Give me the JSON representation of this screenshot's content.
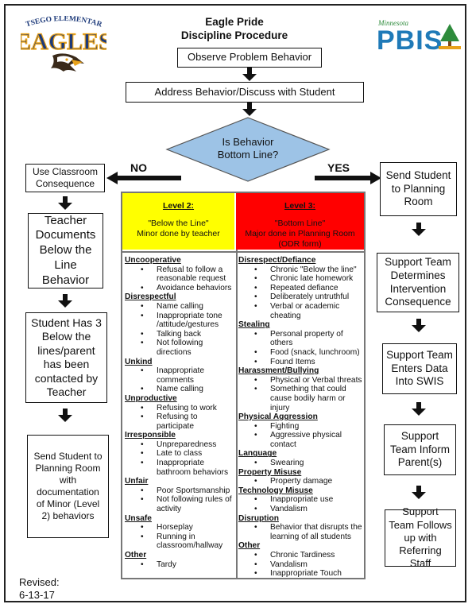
{
  "header": {
    "title_line1": "Eagle Pride",
    "title_line2": "Discipline Procedure",
    "logo_left": {
      "top_text": "OTSEGO ELEMENTARY",
      "main_text": "EAGLES"
    },
    "logo_right": {
      "top_text": "Minnesota",
      "main_text": "PBIS"
    }
  },
  "flow": {
    "observe": "Observe Problem Behavior",
    "address": "Address Behavior/Discuss with Student",
    "decision_line1": "Is Behavior",
    "decision_line2": "Bottom Line?",
    "no_label": "NO",
    "yes_label": "YES"
  },
  "left_column": [
    "Use Classroom Consequence",
    "Teacher Documents Below the Line Behavior",
    "Student Has 3 Below the lines/parent has been contacted by Teacher",
    "Send Student to Planning Room with documentation of Minor (Level 2) behaviors"
  ],
  "right_column": [
    "Send Student to Planning Room",
    "Support Team Determines Intervention Consequence",
    "Support Team Enters Data Into SWIS",
    "Support Team Inform Parent(s)",
    "Support Team Follows up with Referring Staff"
  ],
  "level2": {
    "title": "Level 2:",
    "line1": "\"Below the Line\"",
    "line2": "Minor done by teacher",
    "color": "#ffff00",
    "categories": [
      {
        "name": "Uncooperative",
        "items": [
          "Refusal to follow a reasonable request",
          "Avoidance behaviors"
        ]
      },
      {
        "name": "Disrespectful",
        "items": [
          "Name calling",
          "Inappropriate tone /attitude/gestures",
          "Talking back",
          "Not following directions"
        ]
      },
      {
        "name": "Unkind",
        "items": [
          "Inappropriate comments",
          "Name calling"
        ]
      },
      {
        "name": "Unproductive",
        "items": [
          "Refusing to work",
          "Refusing to participate"
        ]
      },
      {
        "name": "Irresponsible",
        "items": [
          "Unpreparedness",
          "Late to class",
          "Inappropriate bathroom behaviors"
        ]
      },
      {
        "name": "Unfair",
        "items": [
          "Poor Sportsmanship",
          "Not following rules of activity"
        ]
      },
      {
        "name": "Unsafe",
        "items": [
          "Horseplay",
          "Running in classroom/hallway"
        ]
      },
      {
        "name": "Other",
        "items": [
          "Tardy"
        ]
      }
    ]
  },
  "level3": {
    "title": "Level 3:",
    "line1": "\"Bottom Line\"",
    "line2": "Major done in Planning Room",
    "line3": "(ODR form)",
    "color": "#ff0000",
    "categories": [
      {
        "name": "Disrespect/Defiance",
        "items": [
          "Chronic \"Below the line\"",
          "Chronic late homework",
          "Repeated defiance",
          "Deliberately untruthful",
          "Verbal or academic cheating"
        ]
      },
      {
        "name": "Stealing",
        "items": [
          "Personal property of others",
          "Food (snack, lunchroom)",
          "Found Items"
        ]
      },
      {
        "name": "Harassment/Bullying",
        "items": [
          "Physical or Verbal threats",
          "Something that could cause bodily harm or injury"
        ]
      },
      {
        "name": "Physical Aggression",
        "items": [
          "Fighting",
          "Aggressive physical contact"
        ]
      },
      {
        "name": "Language",
        "items": [
          "Swearing"
        ]
      },
      {
        "name": "Property Misuse",
        "items": [
          "Property damage"
        ]
      },
      {
        "name": "Technology Misuse",
        "items": [
          "Inappropriate use",
          "Vandalism"
        ]
      },
      {
        "name": "Disruption",
        "items": [
          "Behavior that disrupts the learning of all students"
        ]
      },
      {
        "name": "Other",
        "items": [
          "Chronic Tardiness",
          "Vandalism",
          "Inappropriate Touch"
        ]
      }
    ]
  },
  "footer": {
    "revised_label": "Revised:",
    "revised_date": "6-13-17"
  },
  "colors": {
    "diamond": "#9dc3e6",
    "level2": "#ffff00",
    "level3": "#ff0000",
    "pbis_blue": "#1f7ab8"
  }
}
